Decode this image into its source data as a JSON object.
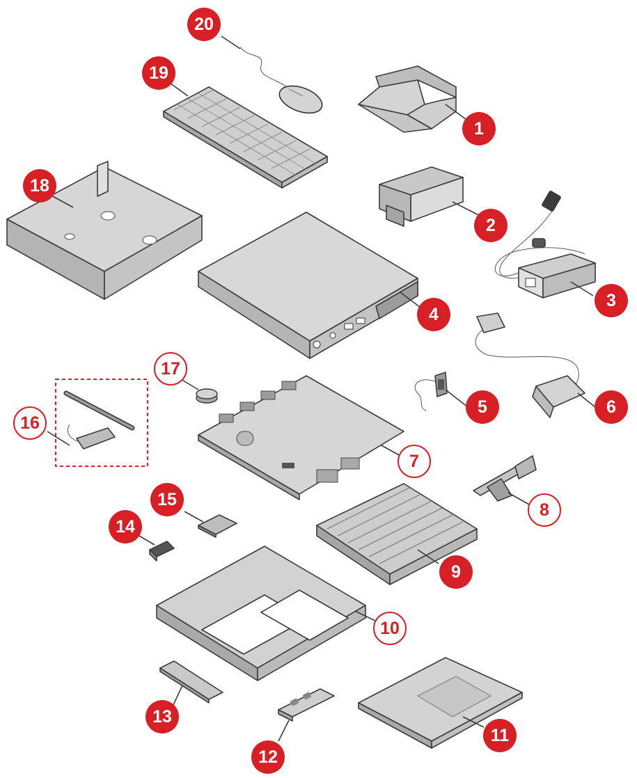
{
  "colors": {
    "callout_fill": "#d71f26",
    "callout_text": "#ffffff",
    "outline_callout_stroke": "#d71f26",
    "outline_callout_fill": "#ffffff",
    "part_fill": "#d4d4d4",
    "part_dark": "#9a9a9a",
    "leader_line": "#3a3a3a"
  },
  "callouts": [
    {
      "id": "1",
      "text": "1",
      "style": "filled"
    },
    {
      "id": "2",
      "text": "2",
      "style": "filled"
    },
    {
      "id": "3",
      "text": "3",
      "style": "filled"
    },
    {
      "id": "4",
      "text": "4",
      "style": "filled"
    },
    {
      "id": "5",
      "text": "5",
      "style": "filled"
    },
    {
      "id": "6",
      "text": "6",
      "style": "filled"
    },
    {
      "id": "7",
      "text": "7",
      "style": "outline"
    },
    {
      "id": "8",
      "text": "8",
      "style": "outline"
    },
    {
      "id": "9",
      "text": "9",
      "style": "filled"
    },
    {
      "id": "10",
      "text": "10",
      "style": "outline"
    },
    {
      "id": "11",
      "text": "11",
      "style": "filled"
    },
    {
      "id": "12",
      "text": "12",
      "style": "filled"
    },
    {
      "id": "13",
      "text": "13",
      "style": "filled"
    },
    {
      "id": "14",
      "text": "14",
      "style": "filled"
    },
    {
      "id": "15",
      "text": "15",
      "style": "filled"
    },
    {
      "id": "16",
      "text": "16",
      "style": "outline"
    },
    {
      "id": "17",
      "text": "17",
      "style": "outline"
    },
    {
      "id": "18",
      "text": "18",
      "style": "filled"
    },
    {
      "id": "19",
      "text": "19",
      "style": "filled"
    },
    {
      "id": "20",
      "text": "20",
      "style": "filled"
    }
  ]
}
